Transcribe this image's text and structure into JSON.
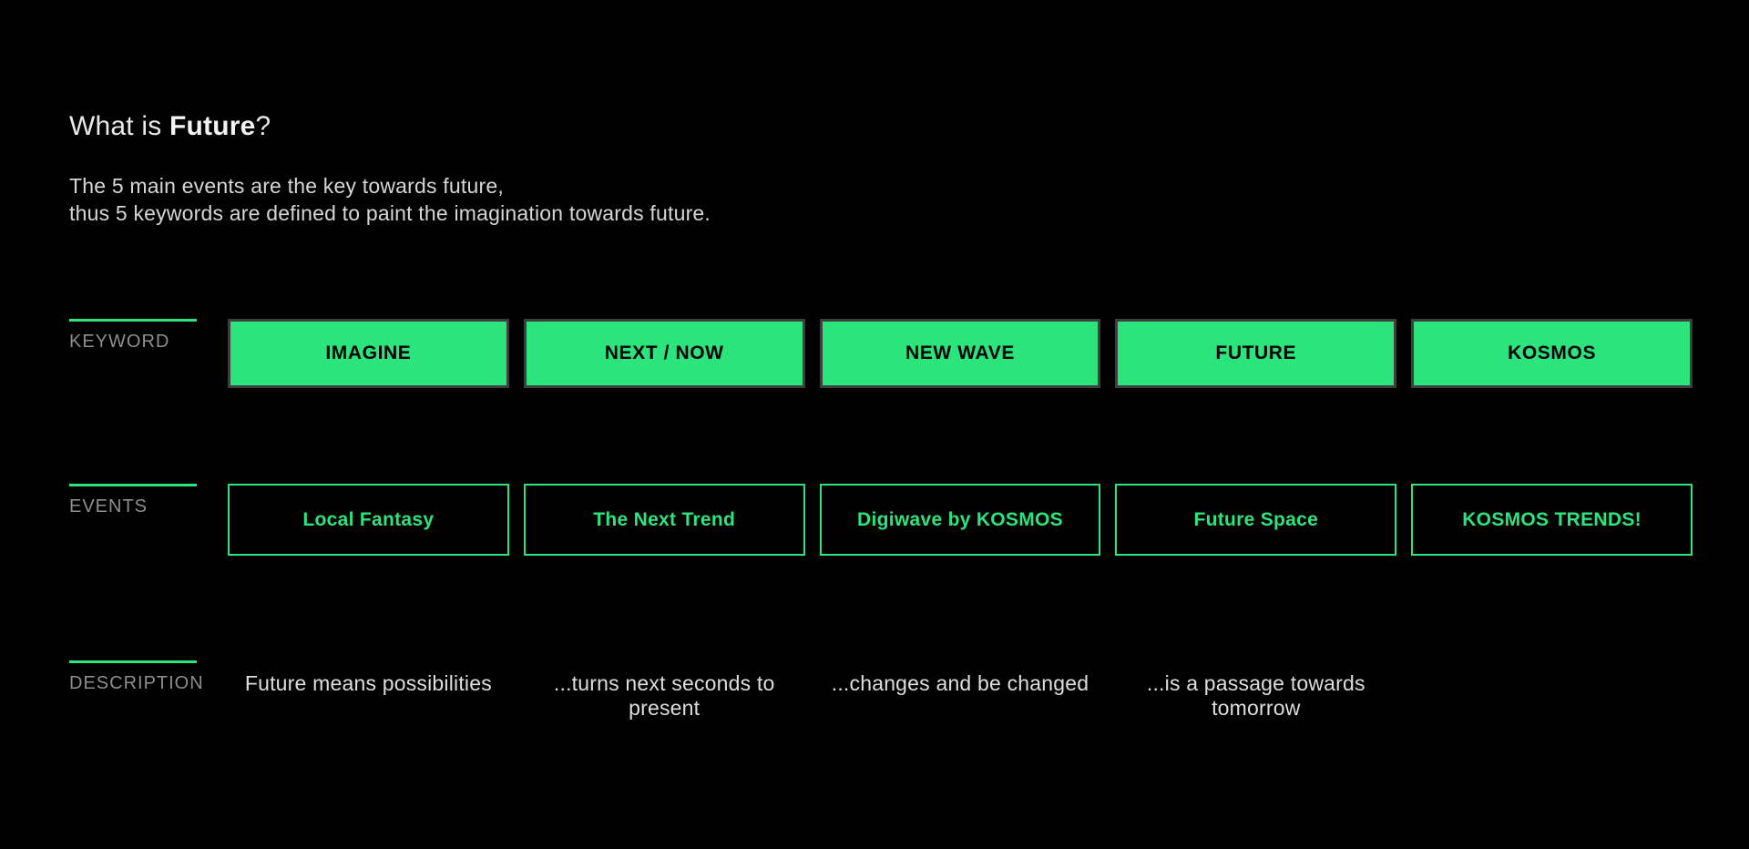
{
  "header": {
    "title_prefix": "What is ",
    "title_highlight": "Future",
    "title_suffix": "?",
    "subtitle_line1": "The 5 main events are the key towards future,",
    "subtitle_line2": "thus 5 keywords are defined to paint the imagination towards future."
  },
  "row_labels": {
    "keyword": "KEYWORD",
    "events": "EVENTS",
    "description": "DESCRIPTION"
  },
  "columns": [
    {
      "keyword": "IMAGINE",
      "event": "Local Fantasy",
      "description": "Future means possibilities"
    },
    {
      "keyword": "NEXT / NOW",
      "event": "The Next Trend",
      "description": "...turns next seconds to present"
    },
    {
      "keyword": "NEW WAVE",
      "event": "Digiwave by KOSMOS",
      "description": "...changes and be changed"
    },
    {
      "keyword": "FUTURE",
      "event": "Future Space",
      "description": "...is a passage towards tomorrow"
    },
    {
      "keyword": "KOSMOS",
      "event": "KOSMOS TRENDS!",
      "description": ""
    }
  ],
  "colors": {
    "background": "#000000",
    "accent_green": "#2be47c",
    "keyword_box_border": "#3e3e3e",
    "keyword_text": "#000000",
    "label_gray": "#8e8e8e",
    "title_text": "#e9e9e9",
    "subtitle_text": "#d6d6d6",
    "description_text": "#dedede"
  }
}
